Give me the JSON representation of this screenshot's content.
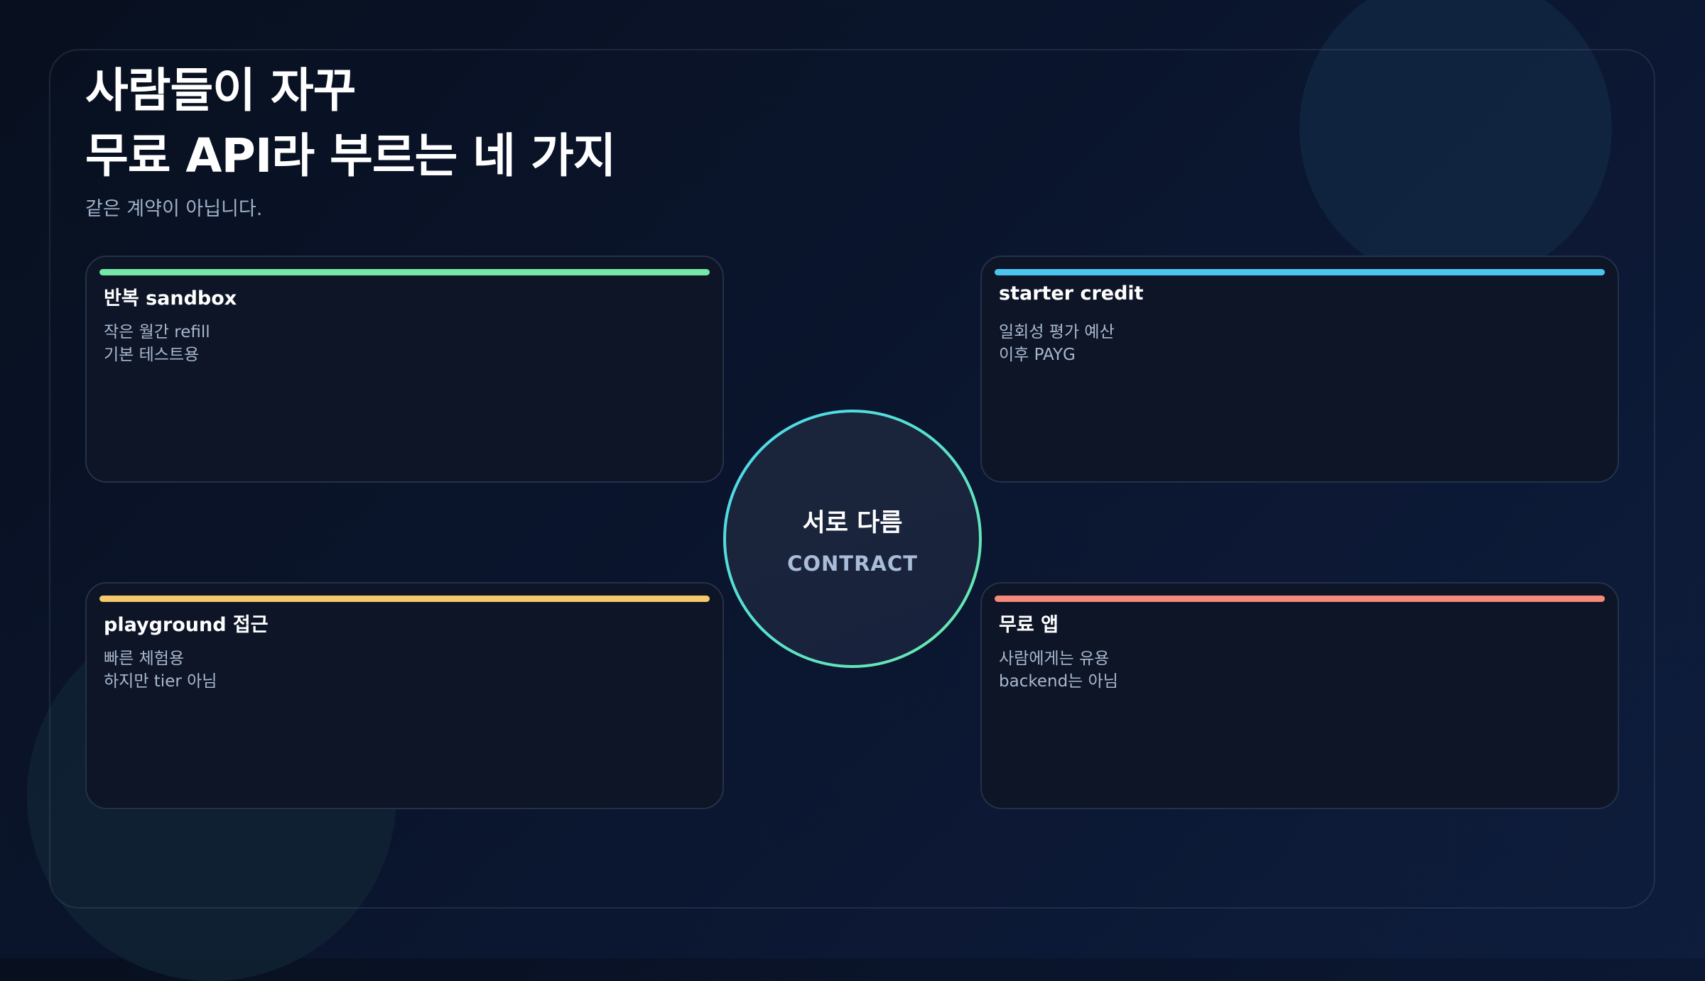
{
  "title": {
    "line1": "사람들이 자꾸",
    "line2": "무료 API라 부르는 네 가지"
  },
  "subtitle": "같은 계약이 아닙니다.",
  "center": {
    "label": "서로 다름",
    "sublabel": "CONTRACT"
  },
  "cards": [
    {
      "title": "반복 sandbox",
      "lines": [
        "작은 월간 refill",
        "기본 테스트용"
      ],
      "accent": "#74e8a8"
    },
    {
      "title": "starter credit",
      "lines": [
        "일회성 평가 예산",
        "이후 PAYG"
      ],
      "accent": "#4cc4f0"
    },
    {
      "title": "playground 접근",
      "lines": [
        "빠른 체험용",
        "하지만 tier 아님"
      ],
      "accent": "#f5c869"
    },
    {
      "title": "무료 앱",
      "lines": [
        "사람에게는 유용",
        "backend는 아님"
      ],
      "accent": "#f38a7a"
    }
  ]
}
